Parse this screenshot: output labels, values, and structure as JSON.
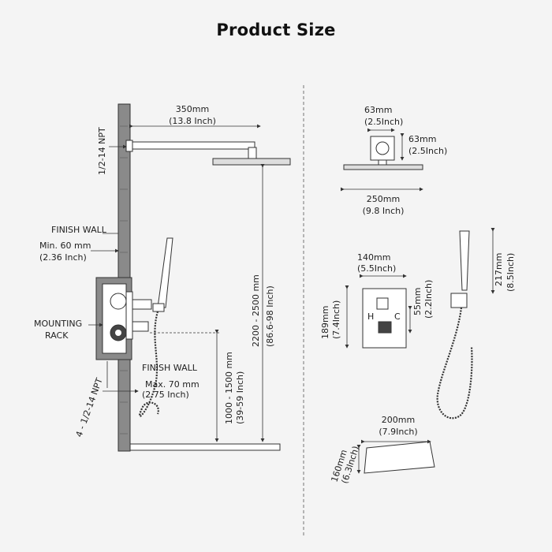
{
  "title": "Product Size",
  "left_view": {
    "arm_length": {
      "mm": "350mm",
      "inch": "(13.8 Inch)"
    },
    "arm_thread": "1/2-14 NPT",
    "finish_wall_top": "FINISH  WALL",
    "min_depth": {
      "mm": "Min. 60 mm",
      "inch": "(2.36 Inch)"
    },
    "mounting_rack": {
      "line1": "MOUNTING",
      "line2": "RACK"
    },
    "rack_thread": "4 - 1/2-14 NPT",
    "finish_wall_bottom": "FINISH  WALL",
    "max_depth": {
      "mm": "Max. 70 mm",
      "inch": "(2.75 Inch)"
    },
    "valve_height": {
      "mm": "1000 - 1500 mm",
      "inch": "(39-59 Inch)"
    },
    "shower_height": {
      "mm": "2200 - 2500 mm",
      "inch": "(86.6-98 Inch)"
    }
  },
  "right_view": {
    "flange_width": {
      "mm": "63mm",
      "inch": "(2.5Inch)"
    },
    "flange_height": {
      "mm": "63mm",
      "inch": "(2.5Inch)"
    },
    "head_width": {
      "mm": "250mm",
      "inch": "(9.8 Inch)"
    },
    "plate_width": {
      "mm": "140mm",
      "inch": "(5.5Inch)"
    },
    "plate_height": {
      "mm": "189mm",
      "inch": "(7.4Inch)"
    },
    "handle_size": {
      "mm": "55mm",
      "inch": "(2.2Inch)"
    },
    "plate_letters": {
      "hot": "H",
      "cold": "C"
    },
    "handheld_length": {
      "mm": "217mm",
      "inch": "(8.5Inch)"
    },
    "shelf_width": {
      "mm": "200mm",
      "inch": "(7.9Inch)"
    },
    "shelf_depth": {
      "mm": "160mm",
      "inch": "(6.3Inch)"
    }
  },
  "colors": {
    "background": "#f4f4f4",
    "wall": "#8a8a8a",
    "line": "#333333"
  }
}
